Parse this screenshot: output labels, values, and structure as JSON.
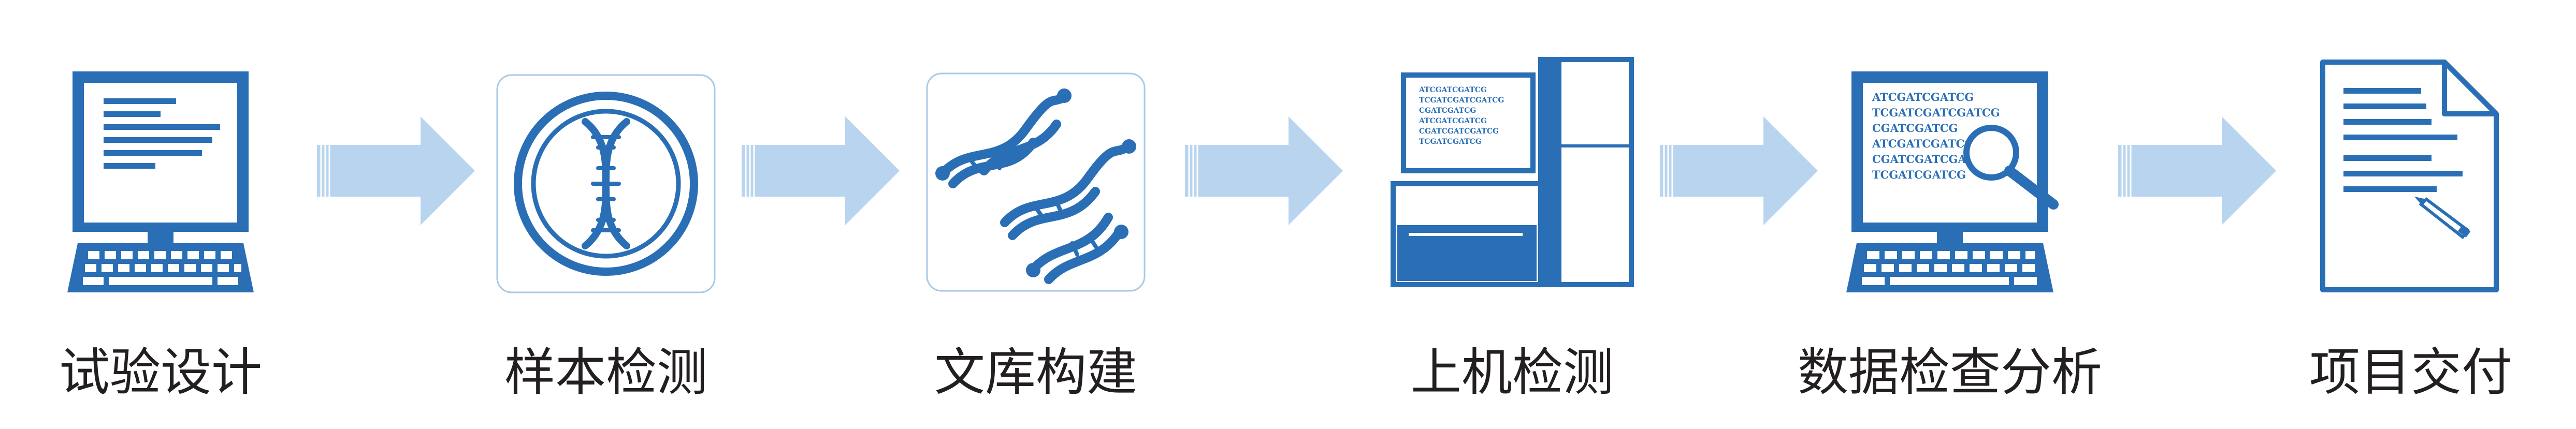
{
  "colors": {
    "primary": "#2a6fb5",
    "arrow_fill": "#b9d4ee",
    "box_border": "#a9c9e6",
    "label": "#231f20"
  },
  "steps": [
    {
      "label": "试验设计",
      "icon": "computer-document-icon"
    },
    {
      "label": "样本检测",
      "icon": "dna-circle-icon"
    },
    {
      "label": "文库构建",
      "icon": "dna-strands-icon"
    },
    {
      "label": "上机检测",
      "icon": "sequencer-machine-icon"
    },
    {
      "label": "数据检查分析",
      "icon": "computer-magnifier-icon"
    },
    {
      "label": "项目交付",
      "icon": "document-pen-icon"
    }
  ],
  "machine_screen_lines": [
    "ATCGATCGATCG",
    "TCGATCGATCGATCG",
    "CGATCGATCG",
    "ATCGATCGATCG",
    "CGATCGATCGATCG",
    "TCGATCGATCG"
  ],
  "analysis_screen_lines": [
    "ATCGATCGATCG",
    "TCGATCGATCGATCG",
    "CGATCGATCG",
    "ATCGATCGATCG",
    "CGATCGATCGATCG",
    "TCGATCGATCG"
  ]
}
